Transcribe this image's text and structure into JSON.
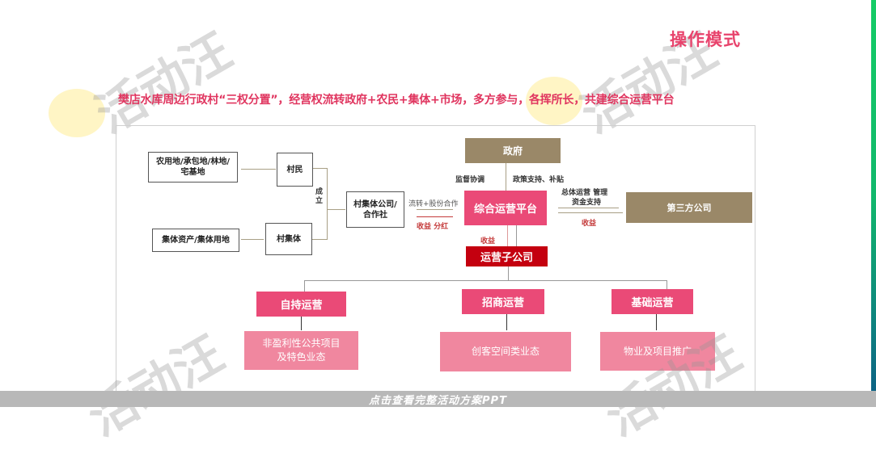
{
  "header": {
    "title": "操作模式",
    "subtitle": "樊店水库周边行政村“三权分置”，经营权流转政府+农民+集体+市场，多方参与，各挥所长，共建综合运营平台"
  },
  "diagram": {
    "left_inputs": {
      "land": "农用地/承包地/林地/宅基地",
      "assets": "集体资产/集体用地"
    },
    "villagers": "村民",
    "village_collective": "村集体",
    "establish_label": "成立",
    "collective_company": "村集体公司/合作社",
    "transfer_label": "流转+股份合作",
    "dividend_label": "收益  分红",
    "government": "政府",
    "supervise_label": "监督协调",
    "policy_label": "政策支持、补贴",
    "platform": "综合运营平台",
    "third_party": "第三方公司",
    "third_party_in_label_1": "总体运营  管理",
    "third_party_in_label_2": "资金支持",
    "third_party_out_label": "收益",
    "subsidiary_income_label": "收益",
    "subsidiary": "运营子公司",
    "branches": [
      {
        "name": "自持运营",
        "result": "非盈利性公共项目及特色业态"
      },
      {
        "name": "招商运营",
        "result": "创客空间类业态"
      },
      {
        "name": "基础运营",
        "result": "物业及项目推广"
      }
    ]
  },
  "footer": {
    "cta": "点击查看完整活动方案PPT"
  },
  "watermark": {
    "text": "活动汪"
  },
  "colors": {
    "accent_pink": "#ea4a77",
    "olive": "#9a8868",
    "dark_red": "#c4000f",
    "light_pink": "#f0879f",
    "side_bar_top": "#15cc66",
    "side_bar_bottom": "#0d6384"
  }
}
